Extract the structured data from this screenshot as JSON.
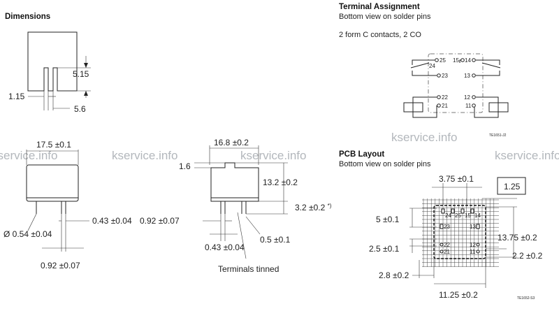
{
  "dimensions": {
    "title": "Dimensions",
    "top_view": {
      "d1": "5.15",
      "d2": "1.15",
      "d3": "5.6"
    },
    "side_view": {
      "width": "17.5 ±0.1",
      "pin_dia": "Ø 0.54 ±0.04",
      "pin_thick": "0.43 ±0.04",
      "pin_pitch": "0.92 ±0.07"
    },
    "end_view": {
      "width": "16.8 ±0.2",
      "d_top": "1.6",
      "height": "13.2 ±0.2",
      "pin_len": "3.2 ±0.2",
      "pin_len_note": "*)",
      "pin_w": "0.92 ±0.07",
      "pin_t": "0.43 ±0.04",
      "standoff": "0.5 ±0.1",
      "note": "Terminals tinned"
    }
  },
  "terminal": {
    "title": "Terminal Assignment",
    "subtitle": "Bottom view on solder pins",
    "contacts": "2 form C contacts, 2 CO",
    "pins": [
      "25",
      "15",
      "14",
      "24",
      "23",
      "13",
      "22",
      "12",
      "21",
      "11"
    ],
    "ref": "TE1651-J2"
  },
  "pcb": {
    "title": "PCB Layout",
    "subtitle": "Bottom view on solder pins",
    "dims": {
      "pitch": "3.75 ±0.1",
      "grid": "1.25",
      "v1": "5 ±0.1",
      "height": "13.75 ±0.2",
      "v2": "2.5 ±0.1",
      "v3": "2.2 ±0.2",
      "h1": "2.8 ±0.2",
      "width": "11.25 ±0.2"
    },
    "pins": [
      "24",
      "25",
      "15",
      "14",
      "23",
      "13",
      "22",
      "12",
      "21",
      "11"
    ],
    "ref": "TE1652-S3"
  },
  "watermark": "kservice.info"
}
